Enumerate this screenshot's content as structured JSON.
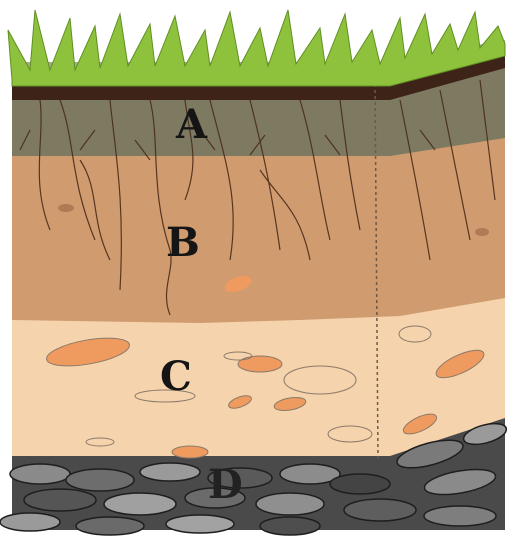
{
  "diagram": {
    "layers": [
      {
        "id": "A",
        "label": "A",
        "color": "#7d7a61"
      },
      {
        "id": "B",
        "label": "B",
        "color": "#d19b70"
      },
      {
        "id": "C",
        "label": "C",
        "color": "#f4d3ad"
      },
      {
        "id": "D",
        "label": "D",
        "color": "#4a4a4a"
      }
    ],
    "colors": {
      "grass": "#8fc23c",
      "grass_dark": "#5f8f22",
      "topsoil_dark": "#3e2418",
      "roots": "#4a2c18",
      "pebble": "#ef9a5e",
      "rock_light": "#9a9a9a",
      "rock_dark": "#2c2c2c"
    }
  }
}
